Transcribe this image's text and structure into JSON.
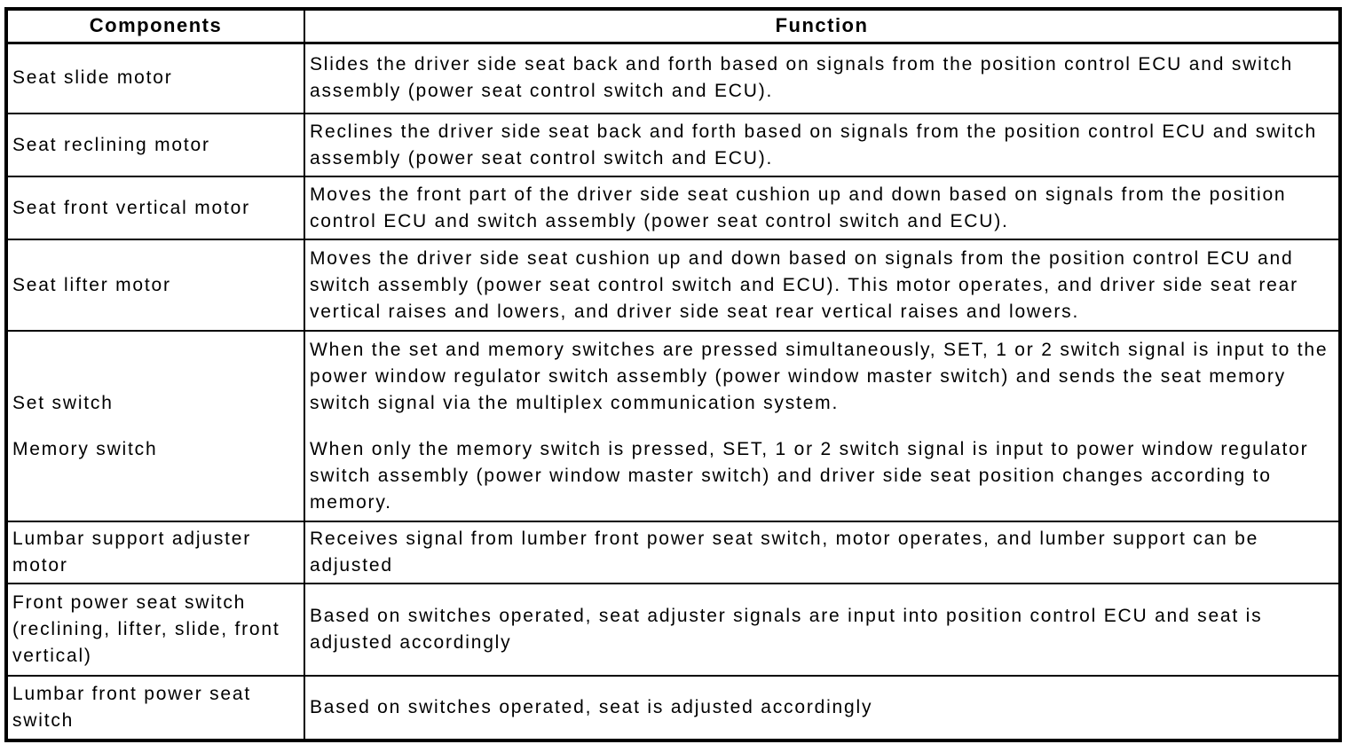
{
  "table": {
    "headers": [
      "Components",
      "Function"
    ],
    "rows": [
      {
        "component": [
          "Seat slide motor"
        ],
        "function": [
          "Slides the driver side seat back and forth based on signals from the position control ECU and switch assembly (power seat control switch and ECU)."
        ]
      },
      {
        "component": [
          "Seat reclining motor"
        ],
        "function": [
          "Reclines the driver side seat back and forth based on signals from the position control ECU and switch assembly (power seat control switch and ECU)."
        ]
      },
      {
        "component": [
          "Seat front vertical motor"
        ],
        "function": [
          "Moves the front part of the driver side seat cushion up and down based on signals from the position control ECU and switch assembly (power seat control switch and ECU)."
        ]
      },
      {
        "component": [
          "Seat lifter motor"
        ],
        "function": [
          "Moves the driver side seat cushion up and down based on signals from the position control ECU and switch assembly (power seat control switch and ECU). This motor operates, and driver side seat rear vertical raises and lowers, and driver side seat rear vertical raises and lowers."
        ]
      },
      {
        "component": [
          "Set switch",
          "Memory switch"
        ],
        "function": [
          "When the set and memory switches are pressed simultaneously, SET, 1 or 2 switch signal is input to the power window regulator switch assembly (power window master switch) and sends the seat memory switch signal via the multiplex communication system.",
          "When only the memory switch is pressed, SET, 1 or 2 switch signal is input to power window regulator switch assembly (power window master switch) and driver side seat position changes according to memory."
        ]
      },
      {
        "component": [
          "Lumbar support adjuster motor"
        ],
        "function": [
          "Receives signal from lumber front power seat switch, motor operates, and lumber support can be adjusted"
        ]
      },
      {
        "component": [
          "Front power seat switch (reclining, lifter, slide, front vertical)"
        ],
        "function": [
          "Based on switches operated, seat adjuster signals are input into position control ECU and seat is adjusted accordingly"
        ]
      },
      {
        "component": [
          "Lumbar front power seat switch"
        ],
        "function": [
          "Based on switches operated, seat is adjusted accordingly"
        ]
      }
    ]
  },
  "colors": {
    "border": "#000000",
    "text": "#000000",
    "background": "#ffffff"
  }
}
